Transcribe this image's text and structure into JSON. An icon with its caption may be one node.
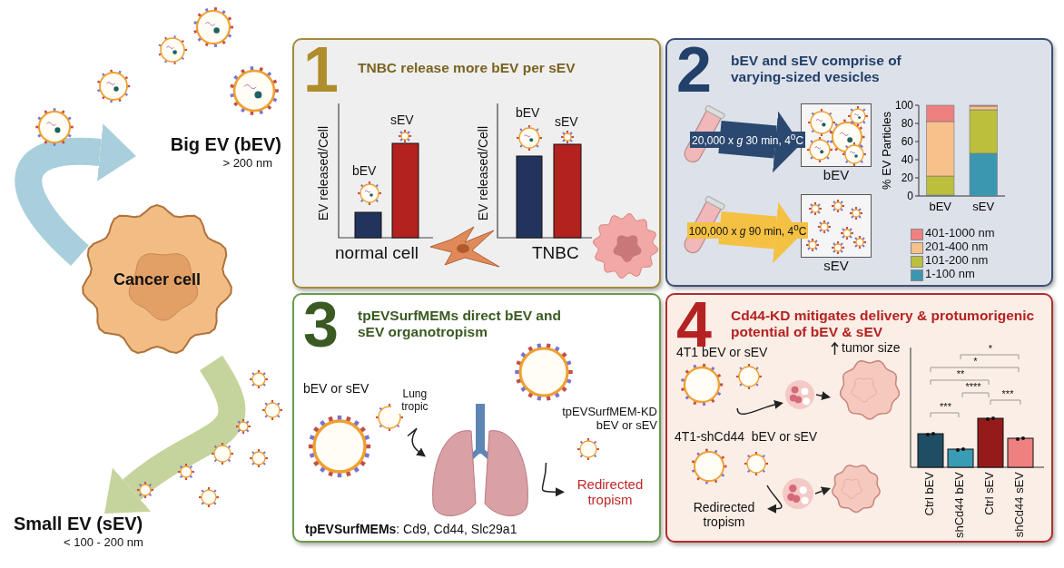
{
  "diagram": {
    "nodes": [
      {
        "text": [
          "Cancer cell"
        ]
      },
      {
        "text": [
          "Big EV (bEV)",
          "> 200 nm"
        ]
      },
      {
        "text": [
          "Small EV (sEV)",
          "< 100 - 200 nm"
        ]
      },
      {
        "text": [
          "1",
          "TNBC release more bEV per sEV"
        ]
      },
      {
        "text": [
          "2",
          "bEV and sEV comprise of varying-sized vesicles"
        ]
      },
      {
        "text": [],
        "shape": "picture",
        "in": 4
      },
      {
        "text": [
          "bEV"
        ],
        "in": 4
      },
      {
        "text": [],
        "shape": "picture",
        "in": 4
      },
      {
        "text": [
          "sEV"
        ],
        "in": 4
      },
      {
        "text": [
          "3",
          "tpEVSurfMEMs direct bEV and sEV organotropism"
        ]
      },
      {
        "text": [
          "bEV or sEV"
        ],
        "in": 9
      },
      {
        "text": [],
        "shape": "picture",
        "in": 9
      },
      {
        "text": [
          "tpEVSurfMEM-KD bEV or sEV"
        ],
        "in": 9
      },
      {
        "text": [
          "Redirected tropism"
        ],
        "in": 9
      },
      {
        "text": [
          "4",
          "Cd44-KD mitigates delivery & protumorigenic potential of bEV & sEV"
        ]
      },
      {
        "text": [
          "4T1 bEV or sEV"
        ],
        "in": 14
      },
      {
        "text": [],
        "shape": "picture",
        "in": 14
      },
      {
        "text": [],
        "shape": "picture",
        "in": 14,
        "beside": [
          "tumor size"
        ]
      },
      {
        "text": [
          "4T1-shCd44  bEV or sEV"
        ],
        "in": 14
      },
      {
        "text": [
          "Redirected tropism"
        ],
        "in": 14
      },
      {
        "text": [],
        "shape": "picture",
        "in": 14
      },
      {
        "text": [],
        "shape": "picture",
        "in": 14
      }
    ],
    "edges": [
      {
        "from": 0,
        "to": 1,
        "arrow": "to",
        "style": "thick",
        "color": "#a9cfdc"
      },
      {
        "from": 0,
        "to": 2,
        "arrow": "to",
        "style": "thick",
        "color": "#c5d39c"
      },
      {
        "from": 5,
        "to": 6,
        "arrow": "to",
        "style": "thick",
        "color": "#2b4870",
        "label": "20,000 x *g* 30 min, 4$^{o}$C"
      },
      {
        "from": 7,
        "to": 8,
        "arrow": "to",
        "style": "thick",
        "color": "#f4c142",
        "label": "100,000 x *g* 90 min, 4$^{o}$C"
      },
      {
        "from": 10,
        "to": 11,
        "arrow": "to",
        "label": "Lung tropic"
      },
      {
        "from": 12,
        "to": 13,
        "arrow": "to"
      },
      {
        "from": 15,
        "to": 16,
        "arrow": "to"
      },
      {
        "from": 16,
        "to": 17,
        "arrow": "to"
      },
      {
        "from": 18,
        "to": 19,
        "arrow": "to"
      },
      {
        "from": 20,
        "to": 21,
        "arrow": "to"
      }
    ],
    "labels": [
      "EV released/Cell",
      "sEV",
      "bEV",
      "normal cell",
      "EV released/Cell",
      "bEV",
      "sEV",
      "TNBC",
      "**tpEVSurfMEMs**: Cd9, Cd44, Slc29a1",
      "*",
      "*",
      "**",
      "****",
      "***",
      "***",
      "Ctrl bEV",
      "shCd44 bEV",
      "Ctrl sEV",
      "shCd44 sEV"
    ],
    "chart_data": {
      "type": "bar",
      "legend": "bottom",
      "ylabel": "% EV Particles",
      "categories": [
        "bEV",
        "sEV"
      ],
      "stacked": true,
      "ylim": [
        0,
        100
      ],
      "yticks": [
        0,
        20,
        40,
        60,
        80,
        100
      ],
      "series": [
        {
          "name": "1-100 nm",
          "color": "#3b97b0",
          "values": [
            1,
            47
          ]
        },
        {
          "name": "101-200 nm",
          "color": "#bcbf3c",
          "values": [
            21,
            48
          ]
        },
        {
          "name": "201-400 nm",
          "color": "#f7c18c",
          "values": [
            60,
            4
          ]
        },
        {
          "name": "401-1000 nm",
          "color": "#ee8080",
          "values": [
            18,
            1
          ]
        }
      ]
    }
  }
}
